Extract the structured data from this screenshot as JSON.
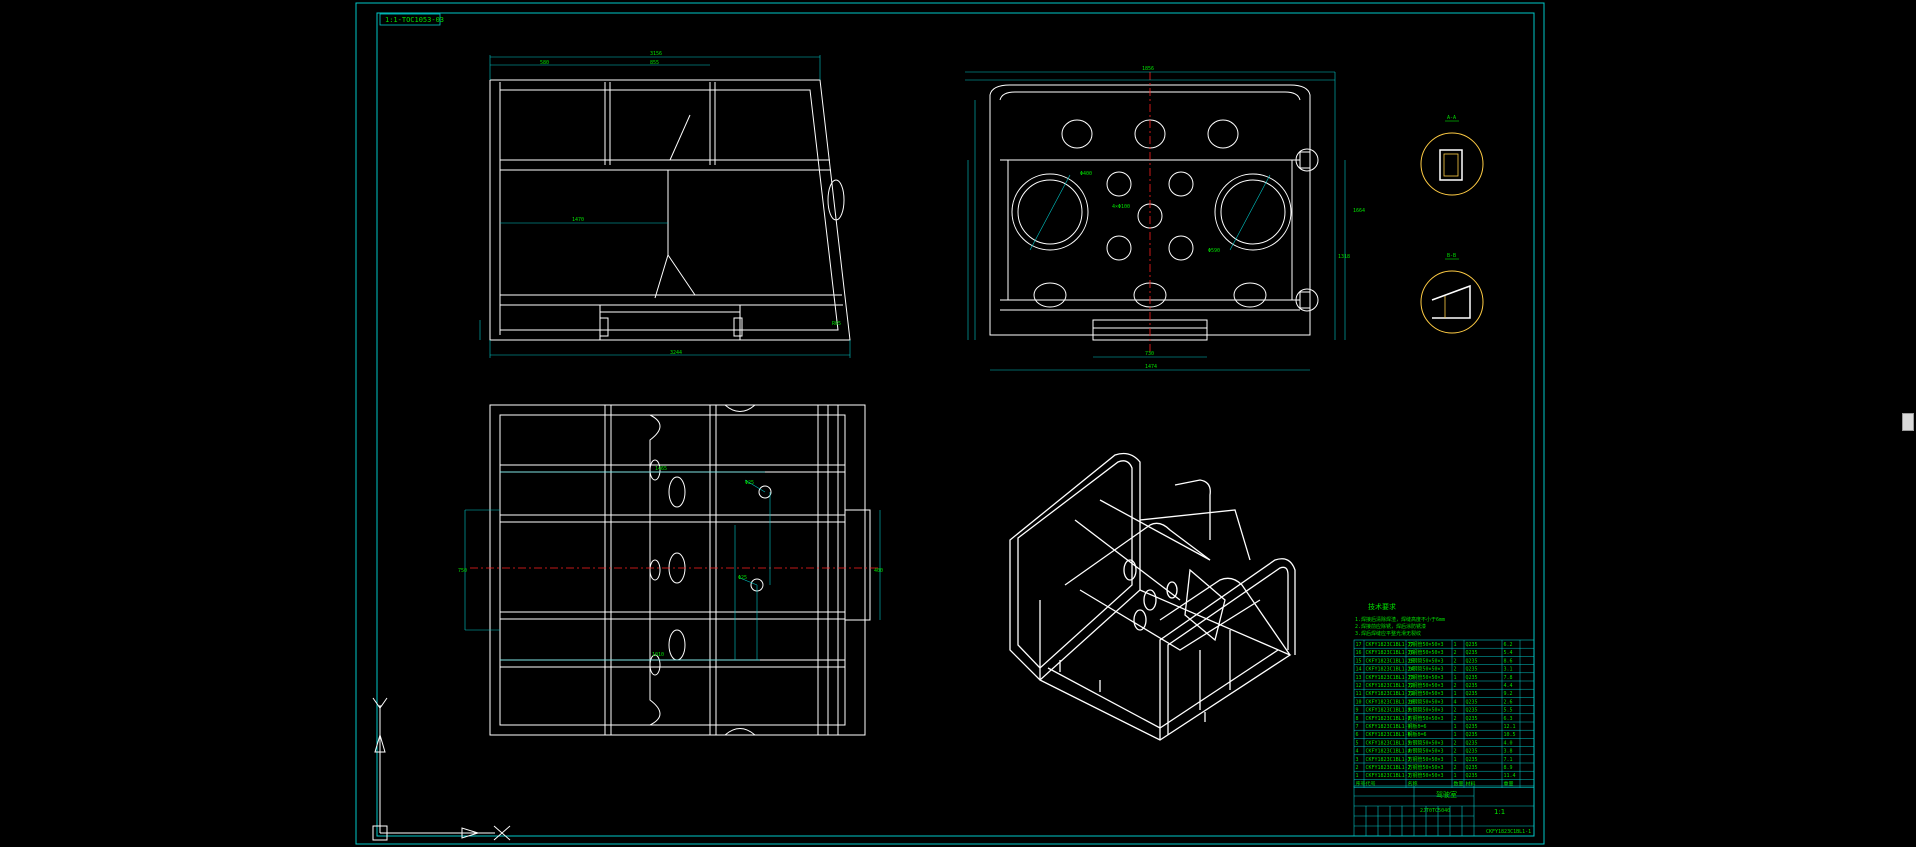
{
  "window": {
    "title": "CAD drawing viewer"
  },
  "colors": {
    "background": "#000000",
    "border": "#00c8c8",
    "geometry": "#ffffff",
    "dimension": "#00e000",
    "centerline": "#ff2020",
    "section": "#ffcc44"
  },
  "drawing": {
    "code_box": "1:1-TOC1053-03",
    "tech_req_title": "技术要求",
    "tech_req_lines": [
      "1.焊接后清除焊渣，焊缝高度不小于6mm",
      "2.焊接前应除锈，焊后涂防锈漆",
      "3.焊后焊缝应平整光滑无裂纹"
    ],
    "section_a_label": "A-A",
    "section_b_label": "B-B",
    "front_view_dims": {
      "top_width": "3156",
      "top_left": "580",
      "top_mid": "855",
      "inner_width": "1470",
      "bottom_width": "3244",
      "small": "R65"
    },
    "side_view_dims": {
      "top_width": "1856",
      "hole_big": "Φ400",
      "hole_small": "4×Φ100",
      "hole_label": "Φ590",
      "bottom_inner": "730",
      "bottom_width": "1474",
      "height_right": "1664",
      "height_right2": "1318"
    },
    "top_view_dims": {
      "dim1": "1465",
      "dim2": "Φ25",
      "dim3": "Φ25",
      "dim4": "1010",
      "dim5": "750",
      "dim6": "400"
    },
    "title_block": {
      "name": "驾驶室",
      "company": "2JT0TC5040",
      "scale": "1:1",
      "drawing_no": "CKFY1823C1BL1-1"
    },
    "bom_rows": [
      [
        "17",
        "CKFY1823C1BL1-17",
        "方钢管50×50×3",
        "1",
        "Q235",
        "6.2"
      ],
      [
        "16",
        "CKFY1823C1BL1-16",
        "方钢管50×50×3",
        "2",
        "Q235",
        "5.4"
      ],
      [
        "15",
        "CKFY1823C1BL1-15",
        "方钢管50×50×3",
        "2",
        "Q235",
        "8.6"
      ],
      [
        "14",
        "CKFY1823C1BL1-14",
        "方钢管50×50×3",
        "2",
        "Q235",
        "3.1"
      ],
      [
        "13",
        "CKFY1823C1BL1-13",
        "方钢管50×50×3",
        "1",
        "Q235",
        "7.8"
      ],
      [
        "12",
        "CKFY1823C1BL1-12",
        "方钢管50×50×3",
        "2",
        "Q235",
        "4.4"
      ],
      [
        "11",
        "CKFY1823C1BL1-11",
        "方钢管50×50×3",
        "1",
        "Q235",
        "9.2"
      ],
      [
        "10",
        "CKFY1823C1BL1-10",
        "方钢管50×50×3",
        "4",
        "Q235",
        "2.6"
      ],
      [
        "9",
        "CKFY1823C1BL1-9",
        "方钢管50×50×3",
        "2",
        "Q235",
        "5.5"
      ],
      [
        "8",
        "CKFY1823C1BL1-8",
        "方钢管50×50×3",
        "2",
        "Q235",
        "6.3"
      ],
      [
        "7",
        "CKFY1823C1BL1-7",
        "钢板δ=6",
        "1",
        "Q235",
        "12.1"
      ],
      [
        "6",
        "CKFY1823C1BL1-6",
        "钢板δ=6",
        "1",
        "Q235",
        "10.5"
      ],
      [
        "5",
        "CKFY1823C1BL1-5",
        "方钢管50×50×3",
        "2",
        "Q235",
        "4.0"
      ],
      [
        "4",
        "CKFY1823C1BL1-4",
        "方钢管50×50×3",
        "2",
        "Q235",
        "3.8"
      ],
      [
        "3",
        "CKFY1823C1BL1-3",
        "方钢管50×50×3",
        "1",
        "Q235",
        "7.1"
      ],
      [
        "2",
        "CKFY1823C1BL1-2",
        "方钢管50×50×3",
        "2",
        "Q235",
        "8.9"
      ],
      [
        "1",
        "CKFY1823C1BL1-1",
        "方钢管50×50×3",
        "1",
        "Q235",
        "11.4"
      ]
    ],
    "bom_header": [
      "序号",
      "代号",
      "名称",
      "数量",
      "材料",
      "重量"
    ],
    "ucs": {
      "x_label": "X",
      "y_label": "Y"
    }
  }
}
